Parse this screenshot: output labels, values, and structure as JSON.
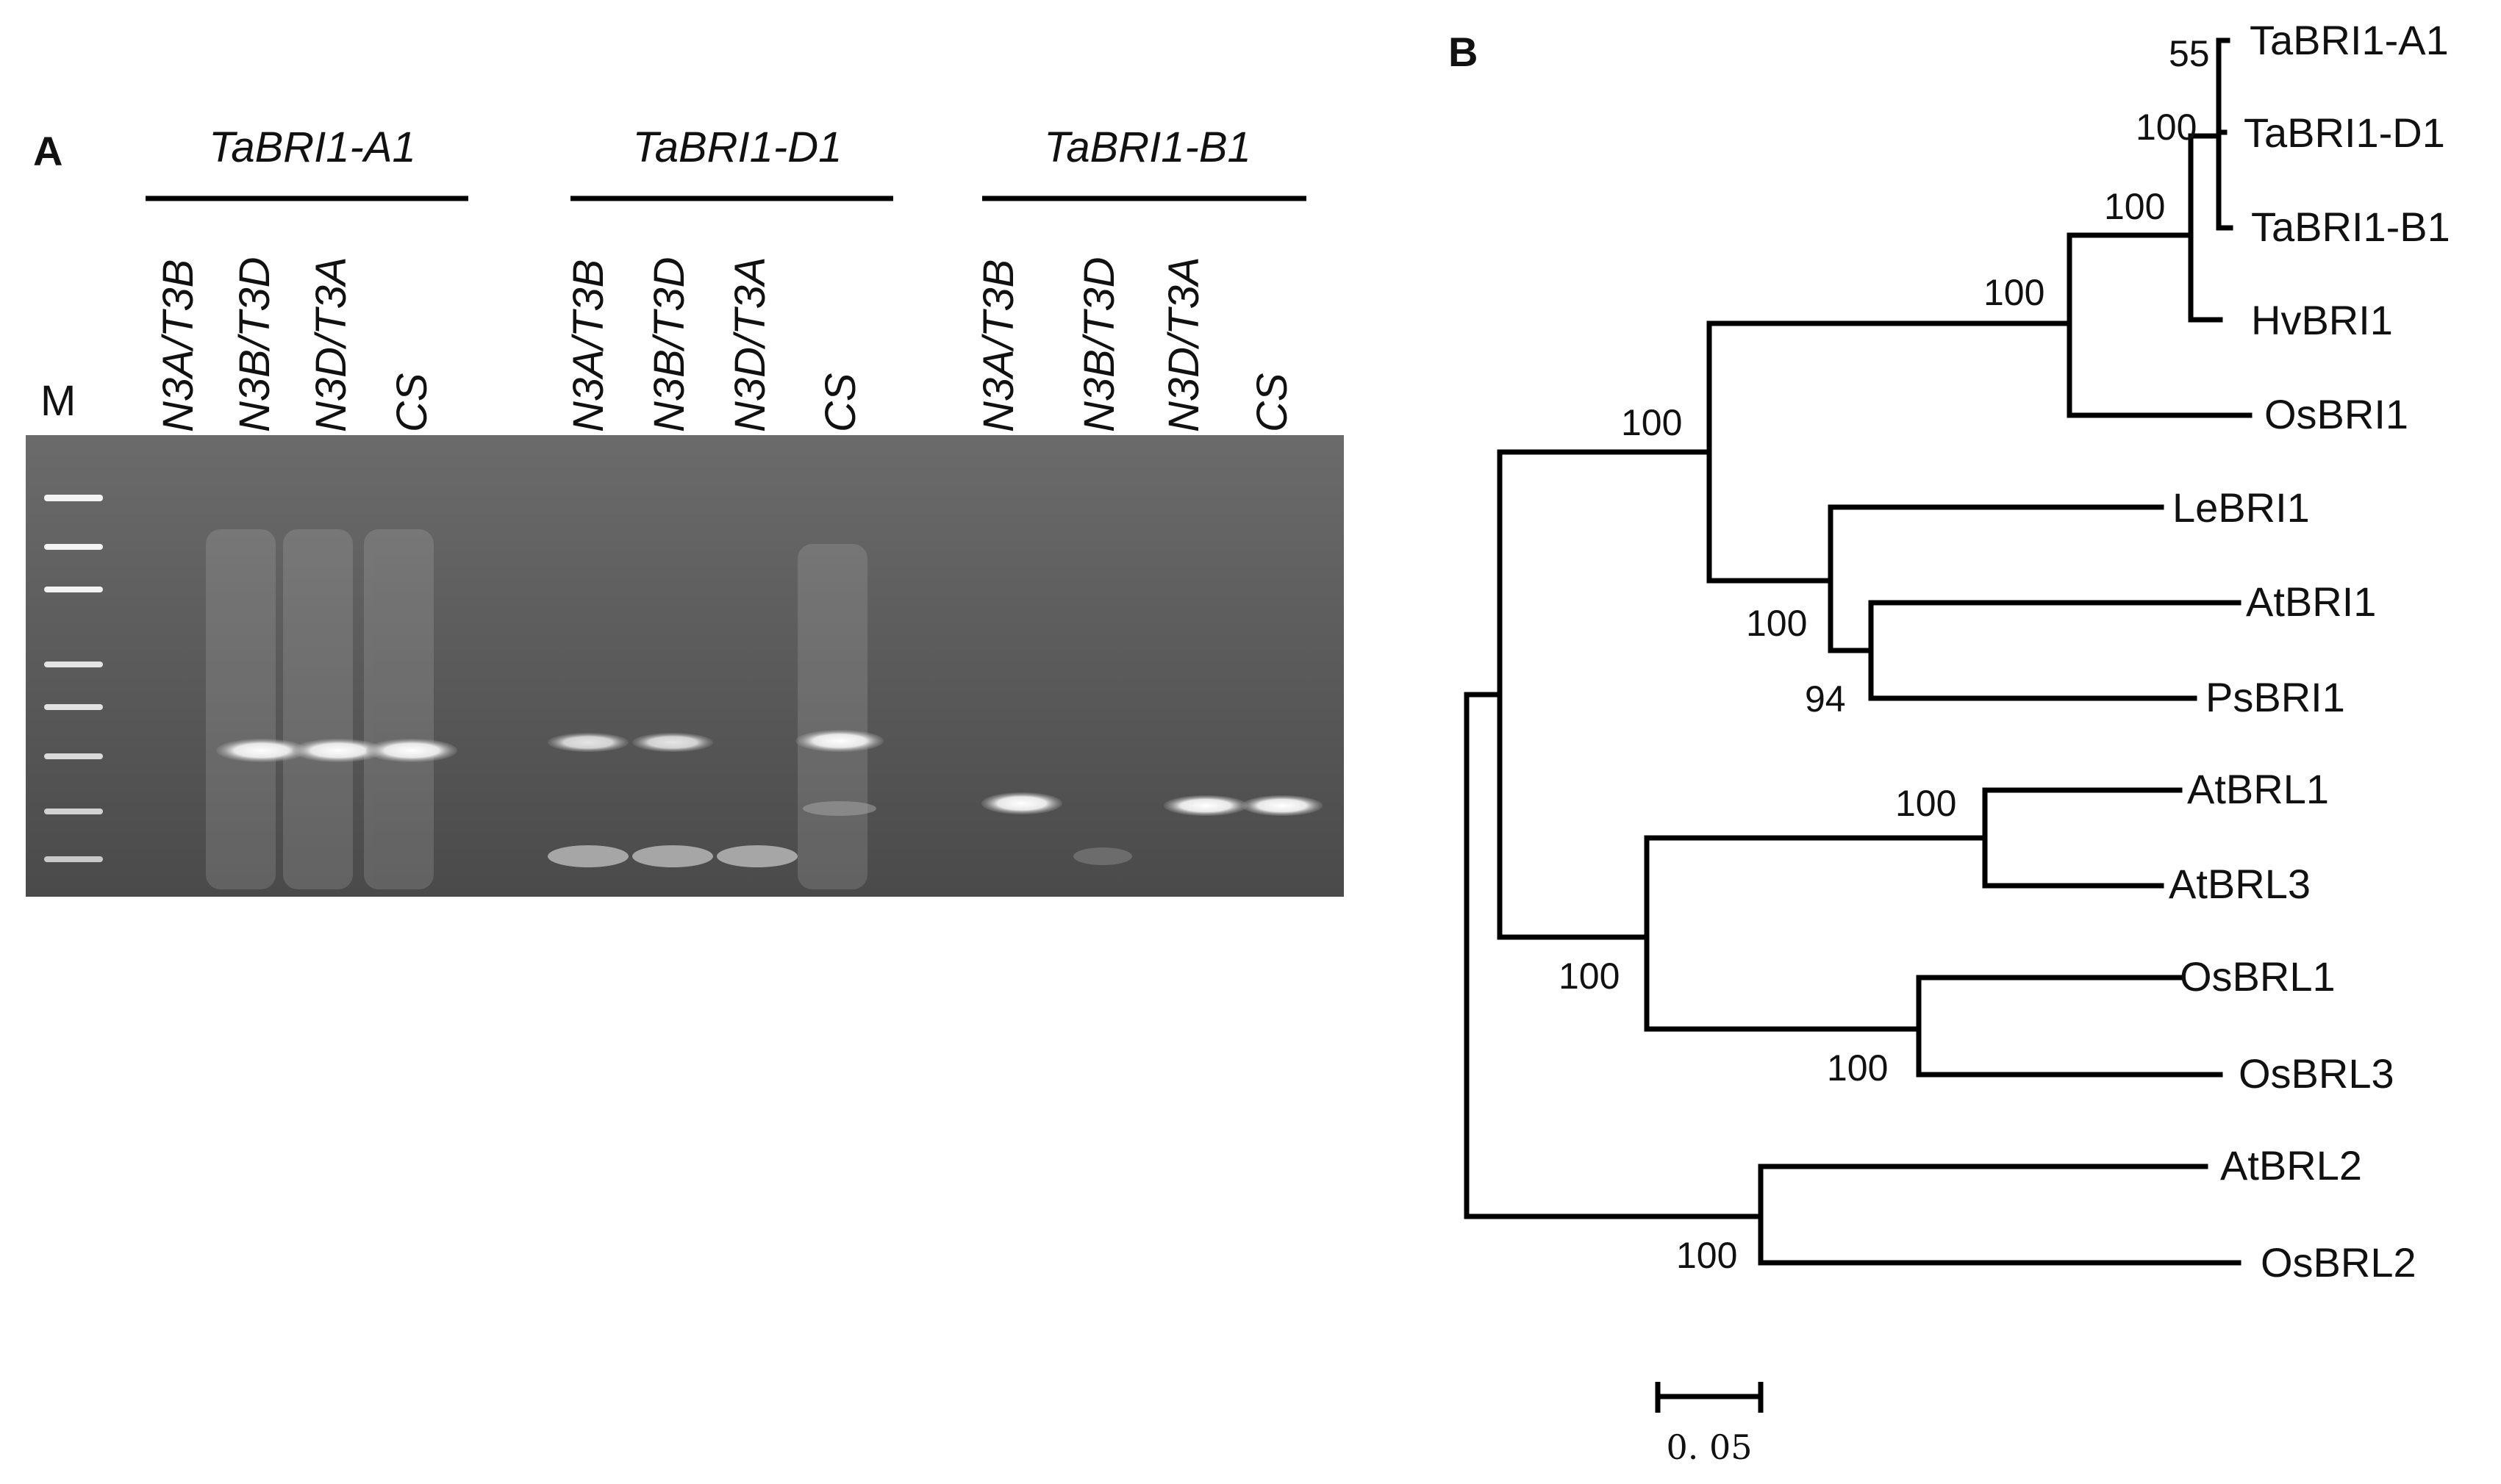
{
  "panel_a": {
    "letter": "A",
    "marker_label": "M",
    "genes": [
      "TaBRI1-A1",
      "TaBRI1-D1",
      "TaBRI1-B1"
    ],
    "lanes": [
      [
        "N3A/T3B",
        "N3B/T3D",
        "N3D/T3A",
        "CS"
      ],
      [
        "N3A/T3B",
        "N3B/T3D",
        "N3D/T3A",
        "CS"
      ],
      [
        "N3A/T3B",
        "N3B/T3D",
        "N3D/T3A",
        "CS"
      ]
    ]
  },
  "panel_b": {
    "letter": "B",
    "taxa": [
      "TaBRI1-A1",
      "TaBRI1-D1",
      "TaBRI1-B1",
      "HvBRI1",
      "OsBRI1",
      "LeBRI1",
      "AtBRI1",
      "PsBRI1",
      "AtBRL1",
      "AtBRL3",
      "OsBRL1",
      "OsBRL3",
      "AtBRL2",
      "OsBRL2"
    ],
    "bootstrap": [
      "55",
      "100",
      "100",
      "100",
      "100",
      "100",
      "94",
      "100",
      "100",
      "100",
      "100"
    ],
    "scale_label": "0. 05"
  }
}
